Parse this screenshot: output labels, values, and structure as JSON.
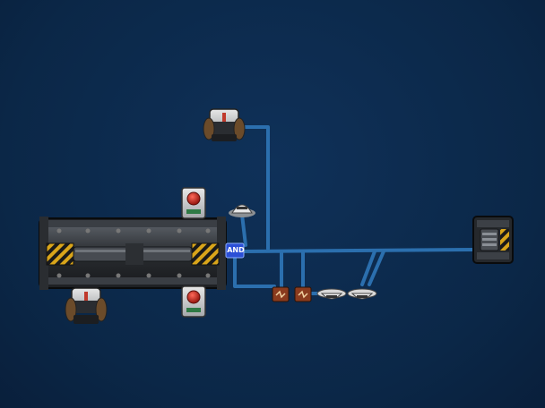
{
  "scene": {
    "background_color": "#0c2a4e",
    "wire_color": "#2a6fb0",
    "wire_highlight": "#4a8fd0"
  },
  "gates": {
    "and_gate": {
      "label": "AND",
      "icon": "and-gate-icon",
      "color": "#2b4fd6"
    }
  },
  "components": [
    {
      "name": "door",
      "icon": "blast-door-icon"
    },
    {
      "name": "motion-sensor",
      "icon": "motion-sensor-icon"
    },
    {
      "name": "motion-sensor",
      "icon": "motion-sensor-icon"
    },
    {
      "name": "button",
      "icon": "red-button-icon"
    },
    {
      "name": "button",
      "icon": "red-button-icon"
    },
    {
      "name": "smoke-detector",
      "icon": "smoke-detector-icon"
    },
    {
      "name": "smoke-detector",
      "icon": "smoke-detector-icon"
    },
    {
      "name": "smoke-detector",
      "icon": "smoke-detector-icon"
    },
    {
      "name": "relay",
      "icon": "relay-icon"
    },
    {
      "name": "relay",
      "icon": "relay-icon"
    },
    {
      "name": "receiver-box",
      "icon": "receiver-box-icon"
    }
  ]
}
